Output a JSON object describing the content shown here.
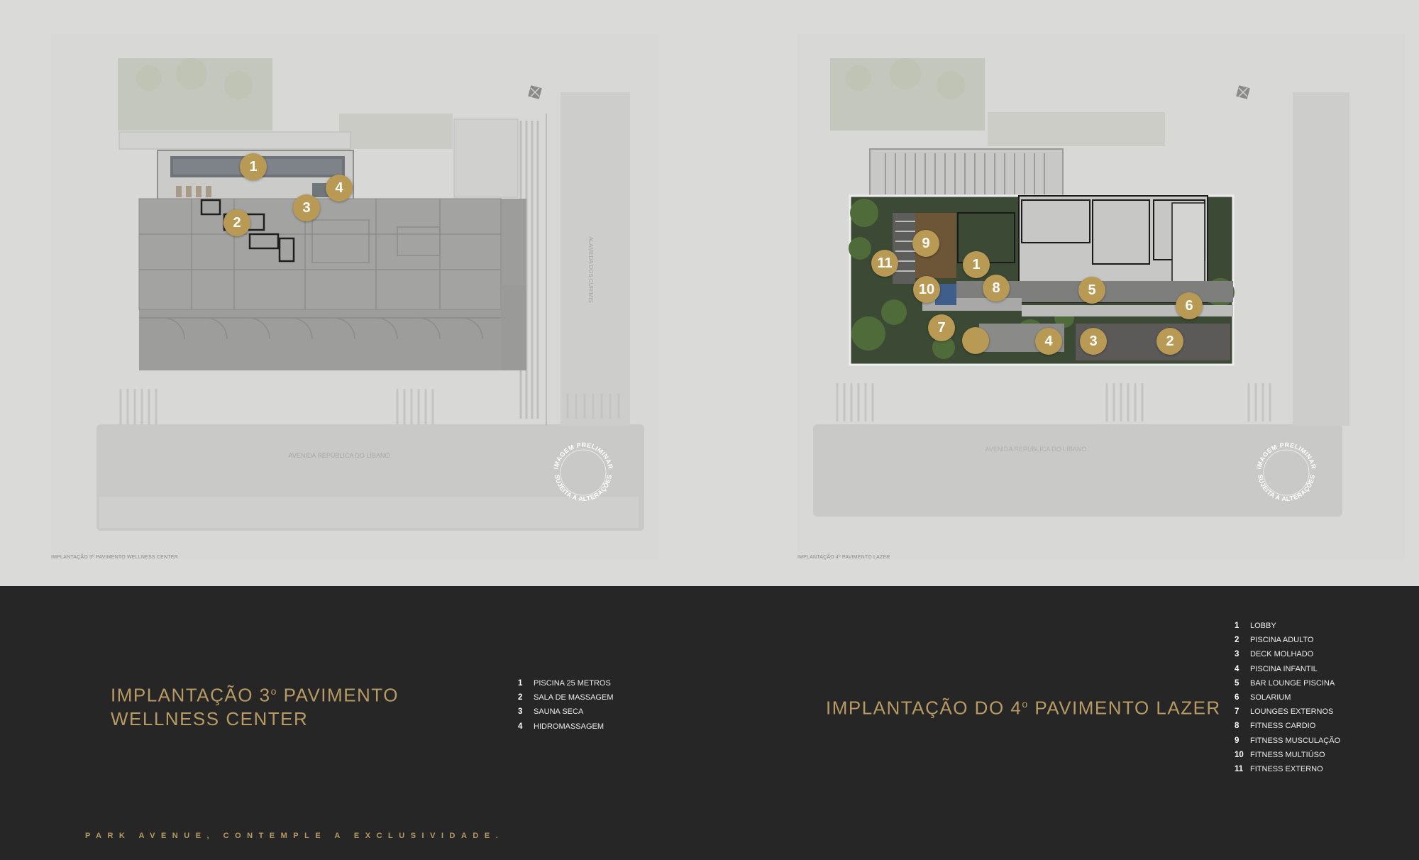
{
  "plans": {
    "left": {
      "caption": "IMPLANTAÇÃO 3º PAVIMENTO WELLNESS CENTER",
      "street_label": "AVENIDA REPÚBLICA DO LÍBANO",
      "side_street_label": "ALAMEDA DOS CURIMIS",
      "markers": [
        "1",
        "2",
        "3",
        "4"
      ]
    },
    "right": {
      "caption": "IMPLANTAÇÃO 4º PAVIMENTO LAZER",
      "street_label": "AVENIDA REPÚBLICA DO LÍBANO",
      "markers": [
        "1",
        "2",
        "3",
        "4",
        "5",
        "6",
        "7",
        "8",
        "9",
        "10",
        "11"
      ]
    }
  },
  "stamp": {
    "line1": "IMAGEM PRELIMINAR",
    "line2": "SUJEITA A ALTERAÇÕES"
  },
  "left_title": {
    "line1_prefix": "IMPLANTAÇÃO 3",
    "line1_sup": "o",
    "line1_suffix": " PAVIMENTO",
    "line2": "WELLNESS CENTER"
  },
  "right_title": {
    "prefix": "IMPLANTAÇÃO DO 4",
    "sup": "o",
    "suffix": " PAVIMENTO LAZER"
  },
  "left_legend": [
    {
      "num": "1",
      "label": "PISCINA 25 METROS"
    },
    {
      "num": "2",
      "label": "SALA DE MASSAGEM"
    },
    {
      "num": "3",
      "label": "SAUNA SECA"
    },
    {
      "num": "4",
      "label": "HIDROMASSAGEM"
    }
  ],
  "right_legend": [
    {
      "num": "1",
      "label": "LOBBY"
    },
    {
      "num": "2",
      "label": "PISCINA ADULTO"
    },
    {
      "num": "3",
      "label": "DECK MOLHADO"
    },
    {
      "num": "4",
      "label": "PISCINA INFANTIL"
    },
    {
      "num": "5",
      "label": "BAR LOUNGE PISCINA"
    },
    {
      "num": "6",
      "label": "SOLARIUM"
    },
    {
      "num": "7",
      "label": "LOUNGES EXTERNOS"
    },
    {
      "num": "8",
      "label": "FITNESS CARDIO"
    },
    {
      "num": "9",
      "label": "FITNESS MUSCULAÇÃO"
    },
    {
      "num": "10",
      "label": "FITNESS MULTIÚSO"
    },
    {
      "num": "11",
      "label": "FITNESS EXTERNO"
    }
  ],
  "tagline": "PARK AVENUE, CONTEMPLE A EXCLUSIVIDADE.",
  "colors": {
    "gold": "#b89a55",
    "dark_panel": "#262626",
    "light_bg": "#dadad9"
  }
}
